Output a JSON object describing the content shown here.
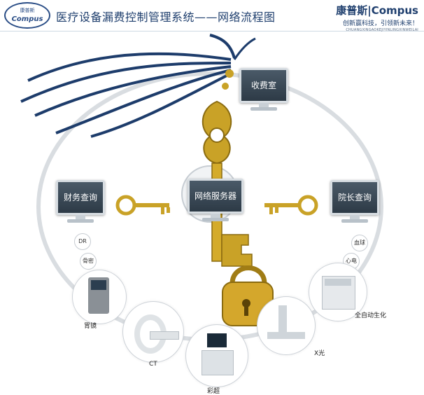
{
  "header": {
    "logo_zh": "康普斯",
    "logo_en": "Compus",
    "title": "医疗设备漏费控制管理系统——网络流程图",
    "brand_name": "康普斯|Compus",
    "brand_slogan": "创新赢科技，引领新未来！",
    "brand_pinyin": "CHUANGXINGAOKEJIYINLINGXINWEILAI"
  },
  "nodes": {
    "top": "收费室",
    "left": "财务查询",
    "center": "网络服务器",
    "right": "院长查询"
  },
  "tags": {
    "dr": "DR",
    "bone": "骨密",
    "blood": "血球",
    "ecg": "心电"
  },
  "devices": {
    "gastro": "胃镜",
    "ct": "CT",
    "ultrasound": "彩超",
    "xray": "X光",
    "biochem": "全自动生化"
  },
  "colors": {
    "tassel": "#1d3c6b",
    "gold": "#c9a227",
    "ring": "#d9dde1"
  }
}
